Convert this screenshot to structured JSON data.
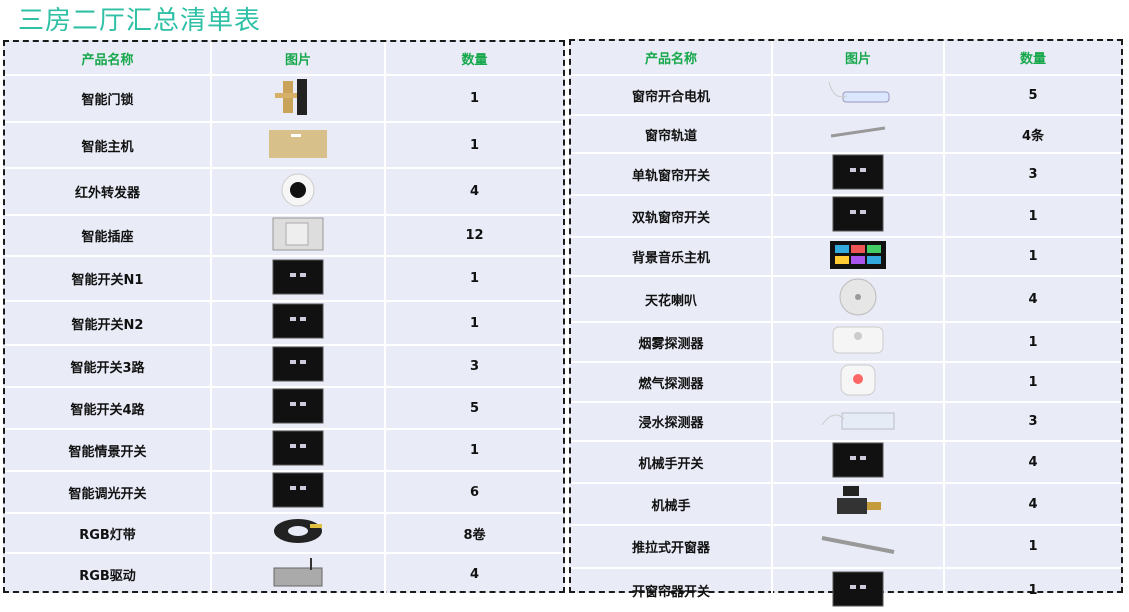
{
  "title": "三房二厅汇总清单表",
  "headers": {
    "name": "产品名称",
    "image": "图片",
    "qty": "数量"
  },
  "left_rows": [
    {
      "name": "智能门锁",
      "qty": "1",
      "icon": "door-lock-icon"
    },
    {
      "name": "智能主机",
      "qty": "1",
      "icon": "hub-icon"
    },
    {
      "name": "红外转发器",
      "qty": "4",
      "icon": "ir-blaster-icon"
    },
    {
      "name": "智能插座",
      "qty": "12",
      "icon": "socket-icon"
    },
    {
      "name": "智能开关N1",
      "qty": "1",
      "icon": "switch-panel-icon"
    },
    {
      "name": "智能开关N2",
      "qty": "1",
      "icon": "switch-panel-icon"
    },
    {
      "name": "智能开关3路",
      "qty": "3",
      "icon": "switch-panel-icon"
    },
    {
      "name": "智能开关4路",
      "qty": "5",
      "icon": "switch-panel-icon"
    },
    {
      "name": "智能情景开关",
      "qty": "1",
      "icon": "switch-panel-icon"
    },
    {
      "name": "智能调光开关",
      "qty": "6",
      "icon": "switch-panel-icon"
    },
    {
      "name": "RGB灯带",
      "qty": "8卷",
      "icon": "led-strip-icon"
    },
    {
      "name": "RGB驱动",
      "qty": "4",
      "icon": "controller-box-icon"
    }
  ],
  "right_rows": [
    {
      "name": "窗帘开合电机",
      "qty": "5",
      "icon": "curtain-motor-icon"
    },
    {
      "name": "窗帘轨道",
      "qty": "4条",
      "icon": "curtain-rail-icon"
    },
    {
      "name": "单轨窗帘开关",
      "qty": "3",
      "icon": "switch-panel-icon"
    },
    {
      "name": "双轨窗帘开关",
      "qty": "1",
      "icon": "switch-panel-icon"
    },
    {
      "name": "背景音乐主机",
      "qty": "1",
      "icon": "music-panel-icon"
    },
    {
      "name": "天花喇叭",
      "qty": "4",
      "icon": "ceiling-speaker-icon"
    },
    {
      "name": "烟雾探测器",
      "qty": "1",
      "icon": "smoke-detector-icon"
    },
    {
      "name": "燃气探测器",
      "qty": "1",
      "icon": "gas-detector-icon"
    },
    {
      "name": "浸水探测器",
      "qty": "3",
      "icon": "water-sensor-icon"
    },
    {
      "name": "机械手开关",
      "qty": "4",
      "icon": "switch-panel-icon"
    },
    {
      "name": "机械手",
      "qty": "4",
      "icon": "valve-manipulator-icon"
    },
    {
      "name": "推拉式开窗器",
      "qty": "1",
      "icon": "window-opener-icon"
    },
    {
      "name": "开窗帘器开关",
      "qty": "1",
      "icon": "switch-panel-icon"
    }
  ],
  "colors": {
    "title": "#2fc0a6",
    "header_text": "#18a84c",
    "cell_bg": "#e9ecf7"
  }
}
